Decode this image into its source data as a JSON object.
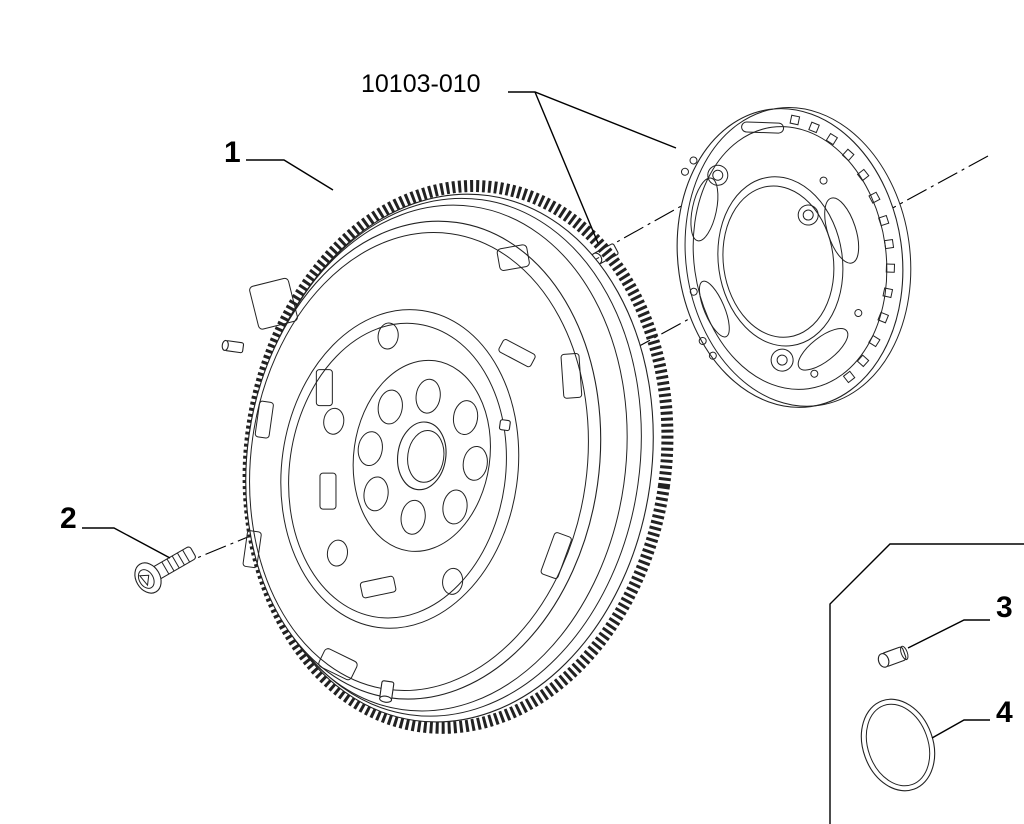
{
  "callouts": {
    "ref_10103": "10103-010",
    "part_1": "1",
    "part_2": "2",
    "part_3": "3",
    "part_4": "4"
  },
  "parts": [
    {
      "id": "1",
      "name": "flywheel-icon"
    },
    {
      "id": "2",
      "name": "flywheel-bolt-icon"
    },
    {
      "id": "3",
      "name": "dowel-pin-icon"
    },
    {
      "id": "4",
      "name": "o-ring-icon"
    },
    {
      "id": "10103-010",
      "name": "sensor-ring-plate-icon"
    }
  ]
}
